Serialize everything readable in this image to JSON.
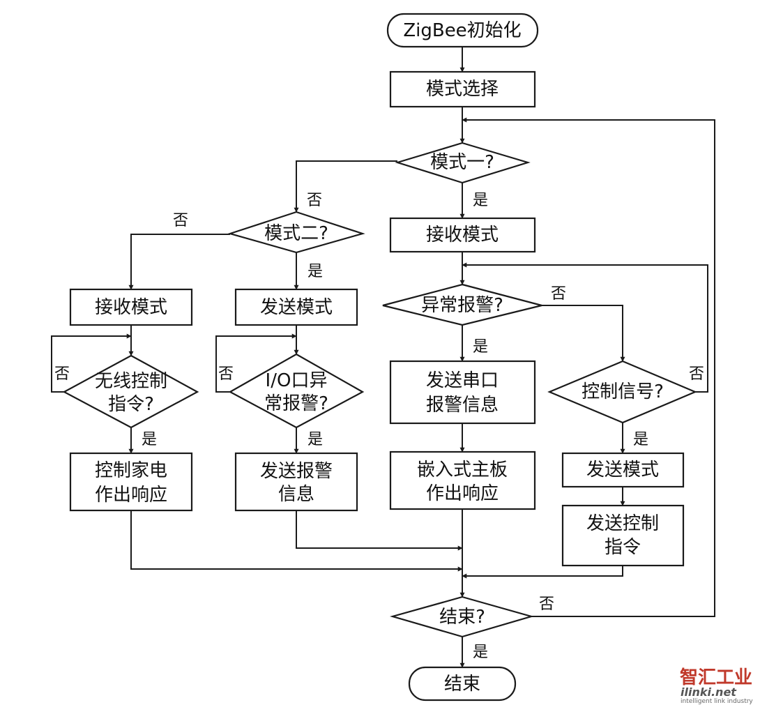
{
  "nodes": {
    "init": "ZigBee初始化",
    "mode_select": "模式选择",
    "mode1_q": "模式一?",
    "mode2_q": "模式二?",
    "recv_mode_center": "接收模式",
    "recv_mode_left": "接收模式",
    "send_mode_mid": "发送模式",
    "alarm_q": "异常报警?",
    "wireless_q": [
      "无线控制",
      "指令?"
    ],
    "io_q": [
      "I/O口异",
      "常报警?"
    ],
    "send_serial_alarm": [
      "发送串口",
      "报警信息"
    ],
    "control_signal_q": "控制信号?",
    "control_appliance": [
      "控制家电",
      "作出响应"
    ],
    "send_alarm_info": [
      "发送报警",
      "信息"
    ],
    "embedded_board": [
      "嵌入式主板",
      "作出响应"
    ],
    "send_mode_right": "发送模式",
    "send_control_cmd": [
      "发送控制",
      "指令"
    ],
    "end_q": "结束?",
    "end": "结束"
  },
  "edge_labels": {
    "yes": "是",
    "no": "否"
  },
  "watermark": {
    "brand": "智汇工业",
    "site": "ilinki.net",
    "tagline": "intelligent link industry",
    "colors": {
      "brand_1": "#c0392b",
      "brand_2": "#555555"
    }
  }
}
